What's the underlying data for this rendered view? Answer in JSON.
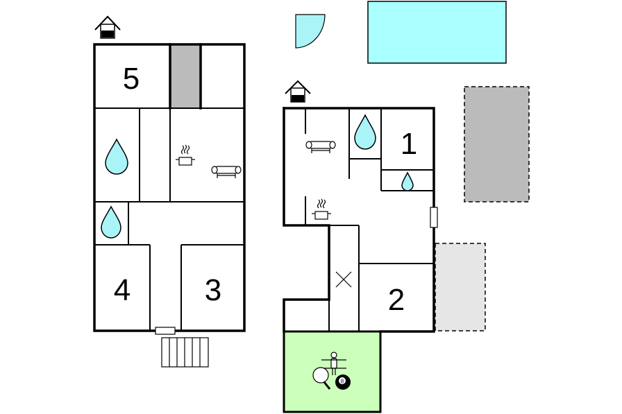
{
  "rooms": [
    {
      "id": "room-5",
      "label": "5"
    },
    {
      "id": "room-4",
      "label": "4"
    },
    {
      "id": "room-3",
      "label": "3"
    },
    {
      "id": "room-1",
      "label": "1"
    },
    {
      "id": "room-2",
      "label": "2"
    }
  ],
  "icons": [
    "house-icon",
    "water-drop-icon",
    "cooking-pot-icon",
    "sofa-icon",
    "table-football-icon",
    "table-tennis-icon",
    "billiard-ball-icon",
    "stairs-icon",
    "door-swing-icon"
  ],
  "billiard": {
    "number": "8"
  },
  "colors": {
    "pool": "#aaffff",
    "drop": "#aaf4f8",
    "garage": "#bbbbbb",
    "terrace": "#e6e6e6",
    "games_room": "#ccffbb"
  }
}
